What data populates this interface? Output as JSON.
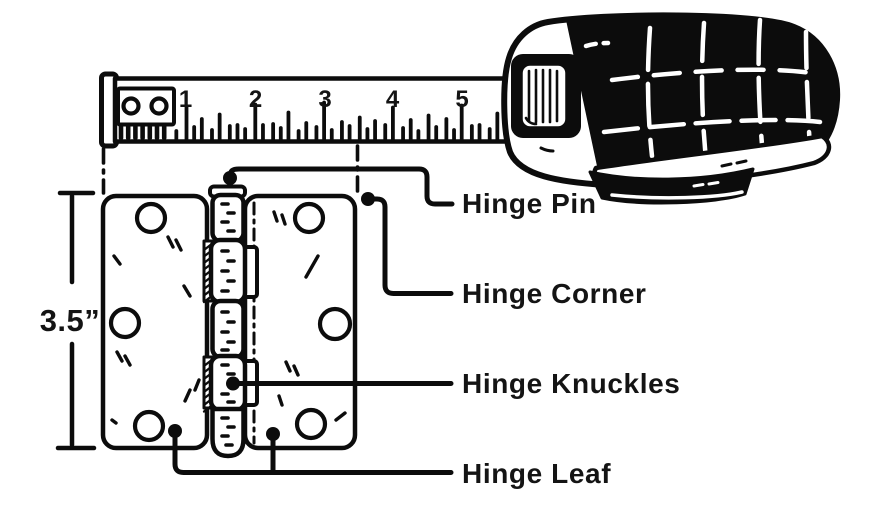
{
  "diagram": {
    "subject": "door hinge measurement diagram",
    "colors": {
      "ink": "#0c0c0c",
      "background": "#ffffff"
    }
  },
  "dimension": {
    "value": "3.5”"
  },
  "ruler": {
    "numbers": [
      "1",
      "2",
      "3",
      "4",
      "5"
    ]
  },
  "callouts": {
    "pin": {
      "label": "Hinge Pin"
    },
    "corner": {
      "label": "Hinge Corner"
    },
    "knuckles": {
      "label": "Hinge Knuckles"
    },
    "leaf": {
      "label": "Hinge Leaf"
    }
  }
}
